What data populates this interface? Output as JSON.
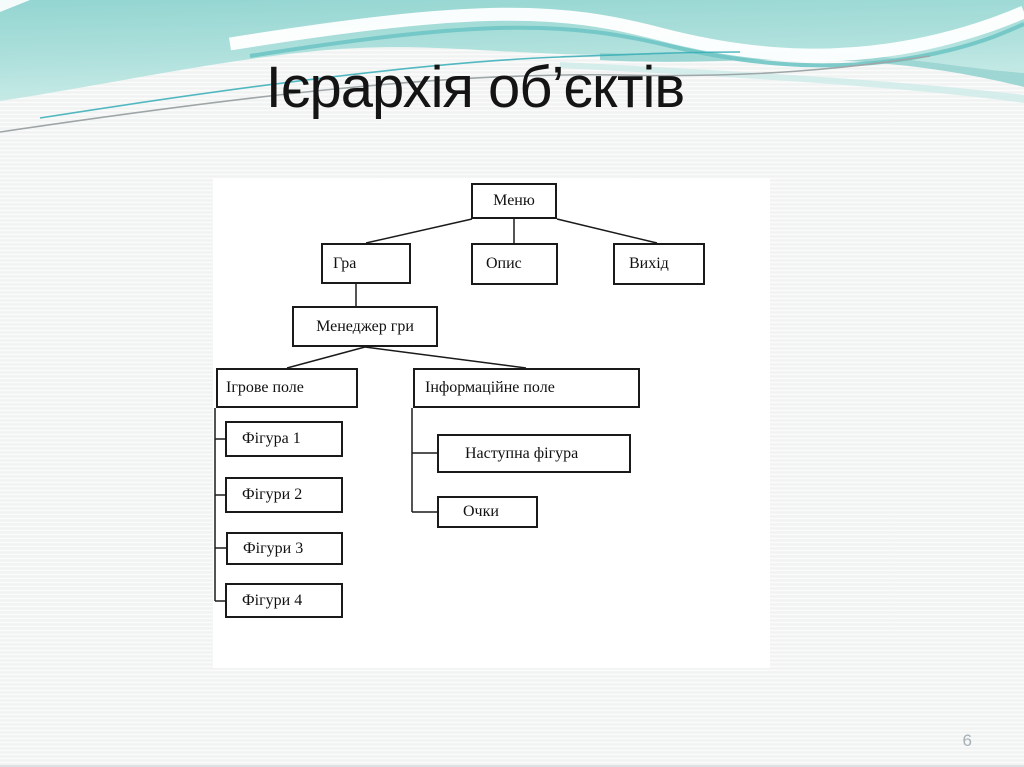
{
  "slide": {
    "title": "Ієрархія об’єктів",
    "page_number": "6"
  },
  "diagram": {
    "nodes": {
      "menu": {
        "label": "Меню"
      },
      "game": {
        "label": "Гра"
      },
      "description": {
        "label": "Опис"
      },
      "exit": {
        "label": "Вихід"
      },
      "manager": {
        "label": "Менеджер гри"
      },
      "game_field": {
        "label": "Ігрове поле"
      },
      "info_field": {
        "label": "Інформаційне поле"
      },
      "figure1": {
        "label": "Фігура 1"
      },
      "figure2": {
        "label": "Фігури 2"
      },
      "figure3": {
        "label": "Фігури 3"
      },
      "figure4": {
        "label": "Фігури 4"
      },
      "next_figure": {
        "label": "Наступна фігура"
      },
      "score": {
        "label": "Очки"
      }
    },
    "edges": [
      [
        "menu",
        "game"
      ],
      [
        "menu",
        "description"
      ],
      [
        "menu",
        "exit"
      ],
      [
        "game",
        "manager"
      ],
      [
        "manager",
        "game_field"
      ],
      [
        "manager",
        "info_field"
      ],
      [
        "game_field",
        "figure1"
      ],
      [
        "game_field",
        "figure2"
      ],
      [
        "game_field",
        "figure3"
      ],
      [
        "game_field",
        "figure4"
      ],
      [
        "info_field",
        "next_figure"
      ],
      [
        "info_field",
        "score"
      ]
    ]
  },
  "colors": {
    "wave_teal": "#9ed9d5",
    "wave_teal_light": "#c9ebe7",
    "wave_teal_deep": "#8ed0cc",
    "accent_line_teal": "#35adb6",
    "accent_line_gray": "#9fa6a8",
    "box_border": "#1a1a1a",
    "page_number_color": "#a7b1b7",
    "slide_background": "#f4f6f5",
    "diagram_background": "#ffffff"
  }
}
